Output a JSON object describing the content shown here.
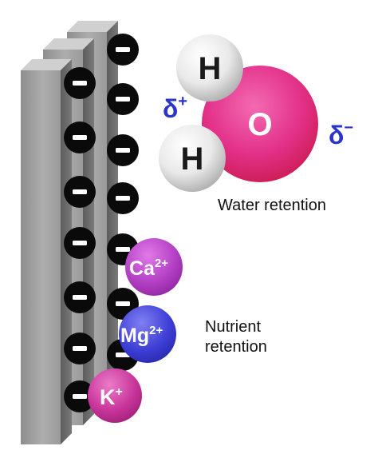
{
  "water": {
    "h_top": "H",
    "o": "O",
    "h_bottom": "H",
    "delta_plus_symbol": "δ",
    "delta_plus_sign": "+",
    "delta_minus_symbol": "δ",
    "delta_minus_sign": "−",
    "caption": "Water retention"
  },
  "nutrients": {
    "ca": {
      "symbol": "Ca",
      "charge": "2+"
    },
    "mg": {
      "symbol": "Mg",
      "charge": "2+"
    },
    "k": {
      "symbol": "K",
      "charge": "+"
    },
    "caption_line1": "Nutrient",
    "caption_line2": "retention"
  },
  "colors": {
    "plate_front": "#a3a3a3",
    "plate_side": "#6e6e6e",
    "plate_top": "#cfcfcf",
    "charge_fill": "#0a0a0a",
    "delta_blue": "#2b35c9",
    "oxygen": "#e0257a",
    "calcium": "#b33fc4",
    "magnesium": "#3e3fd6",
    "potassium": "#c8349a"
  }
}
